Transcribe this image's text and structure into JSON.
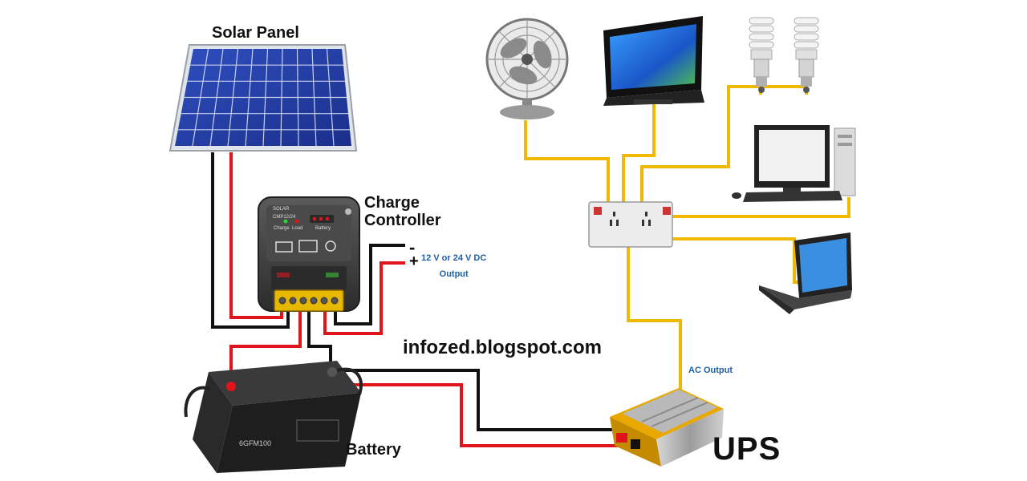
{
  "labels": {
    "solar_panel": "Solar Panel",
    "charge_line1": "Charge",
    "charge_line2": "Controller",
    "battery": "Battery",
    "ups": "UPS",
    "website": "infozed.blogspot.com",
    "dc_output_line1": "12 V or 24 V DC",
    "dc_output_line2": "Output",
    "ac_output": "AC Output",
    "minus": "-",
    "plus": "+"
  },
  "controller": {
    "brand": "SOLAR",
    "model": "CMP12/24",
    "led_charge": "Charge",
    "led_load": "Load",
    "led_battery": "Battery"
  },
  "battery": {
    "model": "6GFM100"
  },
  "wire_colors": {
    "positive": "#e0151b",
    "negative": "#111111",
    "ac": "#f0b800"
  }
}
